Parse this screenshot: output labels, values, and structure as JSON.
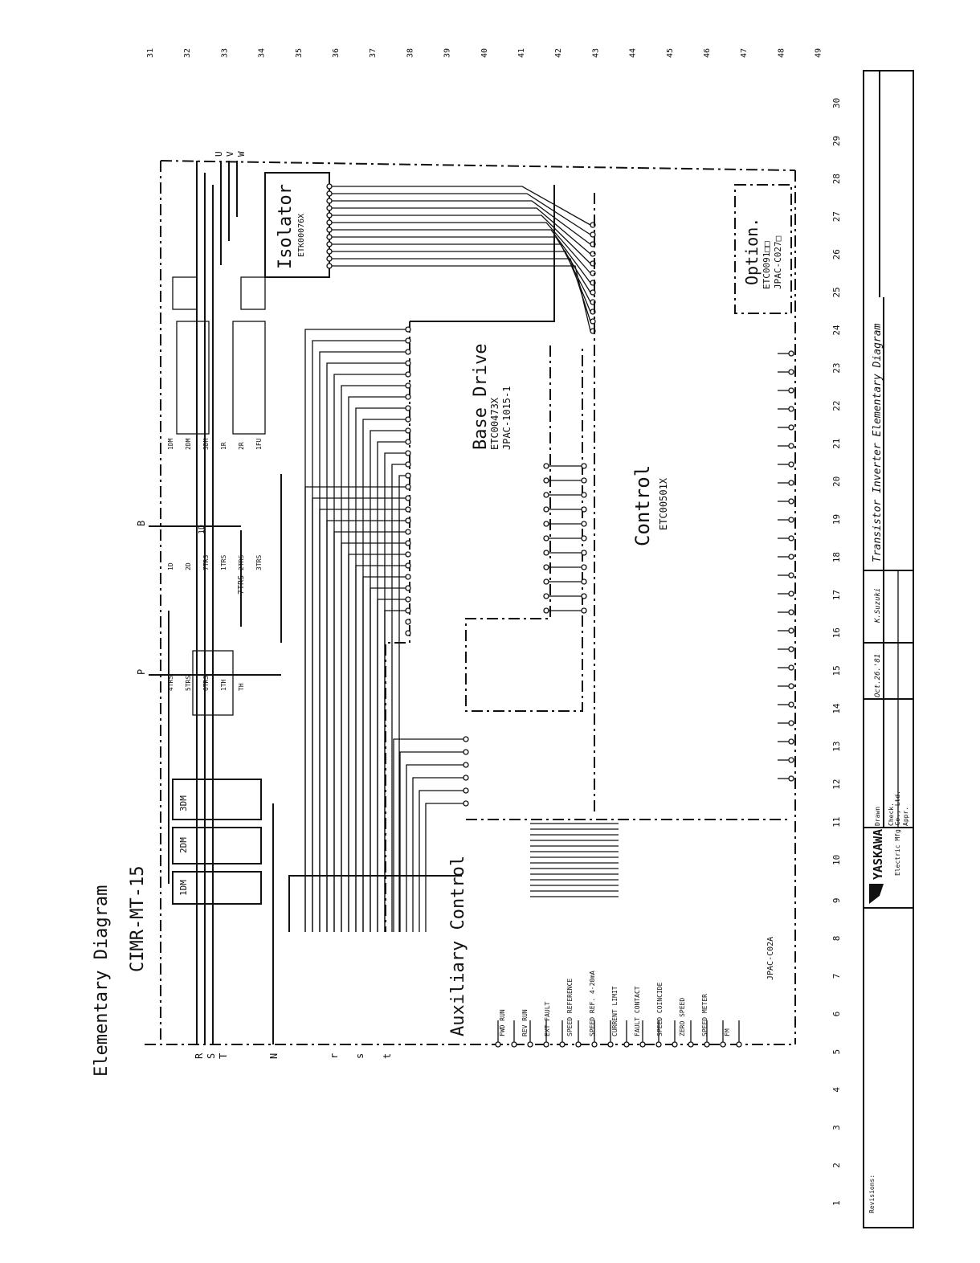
{
  "header": {
    "title": "Elementary Diagram",
    "model": "CIMR-MT-15"
  },
  "grid": {
    "right_numbers": [
      "31",
      "32",
      "33",
      "34",
      "35",
      "36",
      "37",
      "38",
      "39",
      "40",
      "41",
      "42",
      "43",
      "44",
      "45",
      "46",
      "47",
      "48",
      "49"
    ],
    "bottom_numbers": [
      "30",
      "29",
      "28",
      "27",
      "26",
      "25",
      "24",
      "23",
      "22",
      "21",
      "20",
      "19",
      "18",
      "17",
      "16",
      "15",
      "14",
      "13",
      "12",
      "11",
      "10",
      "9",
      "8",
      "7",
      "6",
      "5",
      "4",
      "3",
      "2",
      "1"
    ]
  },
  "blocks": {
    "isolator": {
      "title": "Isolator",
      "part": "ETK00076X"
    },
    "base_drive": {
      "title": "Base Drive",
      "part": "ETC00473X",
      "pac": "JPAC-1015-1"
    },
    "control": {
      "title": "Control",
      "part": "ETC00501X"
    },
    "auxiliary": {
      "title": "Auxiliary Control",
      "pac": "JPAC-C02A"
    },
    "option": {
      "title": "Option.",
      "part": "ETC0091□□",
      "pac": "JPAC-C027□"
    }
  },
  "terminals": {
    "input": [
      "R",
      "S",
      "T"
    ],
    "output": [
      "U",
      "V",
      "W"
    ],
    "dc": [
      "P",
      "N",
      "B"
    ],
    "aux": [
      "r",
      "s",
      "t"
    ]
  },
  "components": [
    "1DM",
    "2DM",
    "3DM",
    "1R",
    "2R",
    "1FU",
    "1D",
    "2D",
    "7TRS",
    "1TRS",
    "2TRS",
    "3TRS",
    "4TRS",
    "5TRS",
    "6TRS",
    "1TH",
    "TH"
  ],
  "aux_signals": [
    "FWD RUN",
    "REV RUN",
    "EXT FAULT",
    "SPEED REFERENCE",
    "SPEED REF. 4-20mA",
    "CURRENT LIMIT",
    "FAULT CONTACT",
    "SPEED COINCIDE",
    "ZERO SPEED",
    "SPEED METER",
    "FM"
  ],
  "title_block": {
    "company": "YASKAWA",
    "company_sub": "Electric Mfg Co., Ltd.",
    "drawn_label": "Drawn",
    "check_label": "Check.",
    "appr_label": "Appr.",
    "date": "Oct.26.'81",
    "drawn_by": "K.Suzuki",
    "drawing_title": "Transistor Inverter Elementary Diagram",
    "revisions_label": "Revisions:"
  }
}
